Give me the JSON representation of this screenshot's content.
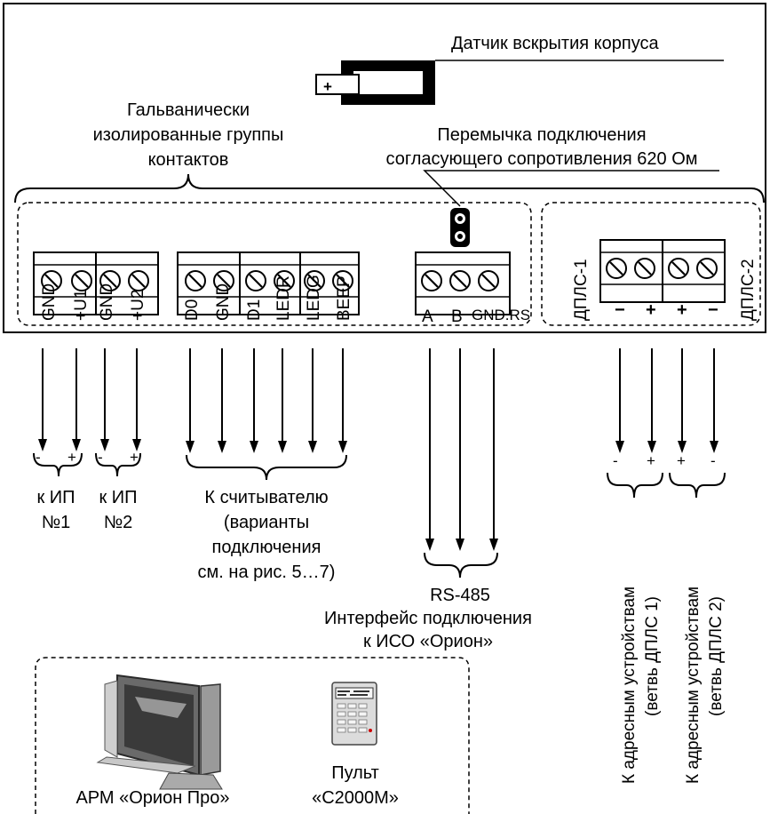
{
  "labels": {
    "tamper": "Датчик вскрытия корпуса",
    "tamper_plus": "+",
    "galv_line1": "Гальванически",
    "galv_line2": "изолированные группы",
    "galv_line3": "контактов",
    "jumper_line1": "Перемычка подключения",
    "jumper_line2": "согласующего сопротивления 620 Ом"
  },
  "terminals": {
    "power": [
      "GND",
      "+U1",
      "GND",
      "+U2"
    ],
    "reader": [
      "D0",
      "GND",
      "D1",
      "LEDR",
      "LEDG",
      "BEEP"
    ],
    "rs485": [
      "A",
      "B",
      "GND.RS"
    ],
    "dpls_left": "ДПЛС-1",
    "dpls_right": "ДПЛС-2",
    "dpls_signs": [
      "−",
      "+",
      "+",
      "−"
    ]
  },
  "bottom": {
    "power_signs": [
      "-",
      "+",
      "-",
      "+"
    ],
    "ip1": [
      "к ИП",
      "№1"
    ],
    "ip2": [
      "к ИП",
      "№2"
    ],
    "reader": [
      "К считывателю",
      "(варианты",
      "подключения",
      "см. на рис. 5…7)"
    ],
    "rs485": [
      "RS-485",
      "Интерфейс подключения",
      "к ИСО «Орион»"
    ],
    "dpls_signs": [
      "-",
      "+",
      "+",
      "-"
    ],
    "dpls1": [
      "К адресным устройствам",
      "(ветвь ДПЛС 1)"
    ],
    "dpls2": [
      "К адресным устройствам",
      "(ветвь ДПЛС 2)"
    ],
    "arm": "АРМ «Орион Про»",
    "pult": [
      "Пульт",
      "«С2000М»"
    ]
  }
}
